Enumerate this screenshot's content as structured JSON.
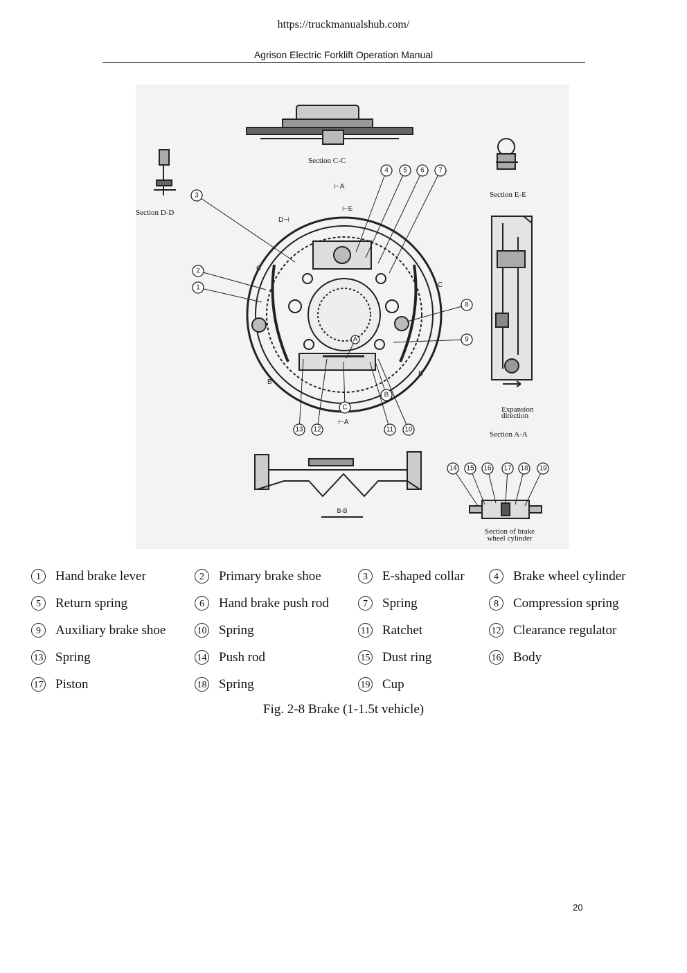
{
  "header": {
    "url": "https://truckmanualshub.com/",
    "manual_title": "Agrison Electric Forklift Operation Manual"
  },
  "figure": {
    "section_labels": {
      "cc": "Section C-C",
      "ee": "Section E-E",
      "dd": "Section D-D",
      "expansion_line1": "Expansion",
      "expansion_line2": "direction",
      "aa": "Section A-A",
      "cylinder_line1": "Section of brake",
      "cylinder_line2": "wheel cylinder"
    }
  },
  "legend": [
    {
      "num": "1",
      "label": "Hand brake lever"
    },
    {
      "num": "2",
      "label": "Primary brake shoe"
    },
    {
      "num": "3",
      "label": "E-shaped collar"
    },
    {
      "num": "4",
      "label": "Brake wheel cylinder"
    },
    {
      "num": "5",
      "label": "Return spring"
    },
    {
      "num": "6",
      "label": "Hand brake push rod"
    },
    {
      "num": "7",
      "label": "Spring"
    },
    {
      "num": "8",
      "label": "Compression spring"
    },
    {
      "num": "9",
      "label": "Auxiliary brake shoe"
    },
    {
      "num": "10",
      "label": "Spring"
    },
    {
      "num": "11",
      "label": "Ratchet"
    },
    {
      "num": "12",
      "label": "Clearance regulator"
    },
    {
      "num": "13",
      "label": "Spring"
    },
    {
      "num": "14",
      "label": "Push rod"
    },
    {
      "num": "15",
      "label": "Dust ring"
    },
    {
      "num": "16",
      "label": "Body"
    },
    {
      "num": "17",
      "label": "Piston"
    },
    {
      "num": "18",
      "label": "Spring"
    },
    {
      "num": "19",
      "label": "Cup"
    }
  ],
  "caption": "Fig. 2-8 Brake (1-1.5t vehicle)",
  "page_number": "20"
}
